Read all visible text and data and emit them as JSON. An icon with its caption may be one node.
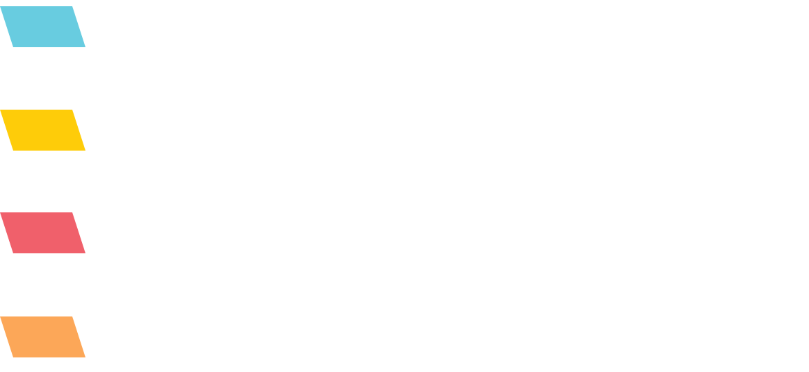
{
  "diagram": {
    "nodes": [
      {
        "text": [],
        "shape": "parallelogram"
      },
      {
        "text": [],
        "shape": "parallelogram"
      },
      {
        "text": [],
        "shape": "parallelogram"
      },
      {
        "text": [],
        "shape": "parallelogram"
      }
    ]
  }
}
